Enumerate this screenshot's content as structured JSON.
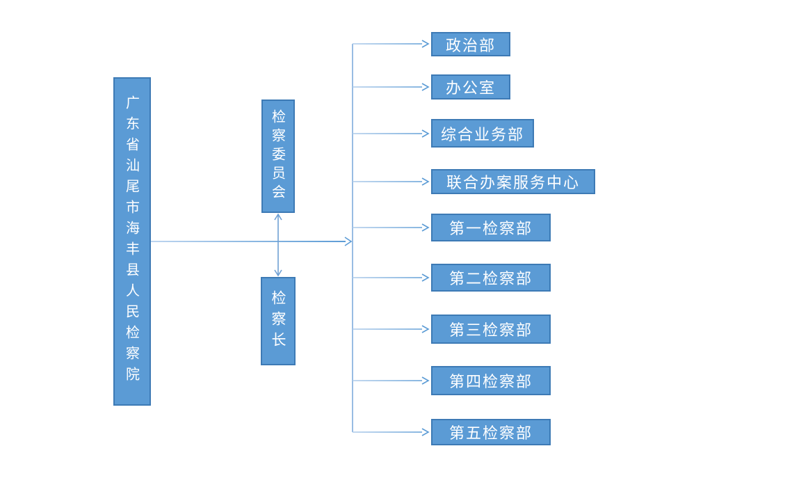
{
  "org": {
    "root": {
      "label": "广东省汕尾市海丰县人民检察院"
    },
    "committee": {
      "label": "检察委员会"
    },
    "chief": {
      "label": "检察长"
    },
    "departments": [
      {
        "label": "政治部"
      },
      {
        "label": "办公室"
      },
      {
        "label": "综合业务部"
      },
      {
        "label": "联合办案服务中心"
      },
      {
        "label": "第一检察部"
      },
      {
        "label": "第二检察部"
      },
      {
        "label": "第三检察部"
      },
      {
        "label": "第四检察部"
      },
      {
        "label": "第五检察部"
      }
    ]
  },
  "colors": {
    "box_fill": "#5B9BD5",
    "box_border": "#3D7AB5",
    "box_text": "#FFFFFF",
    "connector_dark": "#5B9BD5",
    "connector_light": "#BDD5EF",
    "background": "#FFFFFF"
  }
}
